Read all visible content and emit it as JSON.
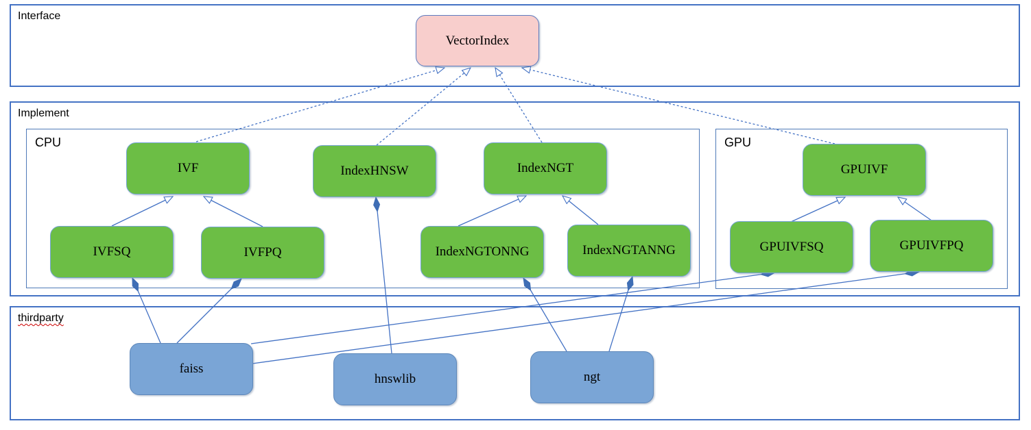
{
  "frames": {
    "interface": {
      "label": "Interface"
    },
    "implement": {
      "label": "Implement"
    },
    "cpu": {
      "label": "CPU"
    },
    "gpu": {
      "label": "GPU"
    },
    "thirdparty": {
      "label": "thirdparty"
    }
  },
  "nodes": {
    "vectorindex": {
      "label": "VectorIndex",
      "type": "interface"
    },
    "ivf": {
      "label": "IVF",
      "type": "cpu-implementation"
    },
    "indexhnsw": {
      "label": "IndexHNSW",
      "type": "cpu-implementation"
    },
    "indexngt": {
      "label": "IndexNGT",
      "type": "cpu-implementation"
    },
    "ivfsq": {
      "label": "IVFSQ",
      "type": "cpu-implementation"
    },
    "ivfpq": {
      "label": "IVFPQ",
      "type": "cpu-implementation"
    },
    "indexngtonng": {
      "label": "IndexNGTONNG",
      "type": "cpu-implementation"
    },
    "indexngtanng": {
      "label": "IndexNGTANNG",
      "type": "cpu-implementation"
    },
    "gpuivf": {
      "label": "GPUIVF",
      "type": "gpu-implementation"
    },
    "gpuivfsq": {
      "label": "GPUIVFSQ",
      "type": "gpu-implementation"
    },
    "gpuivfpq": {
      "label": "GPUIVFPQ",
      "type": "gpu-implementation"
    },
    "faiss": {
      "label": "faiss",
      "type": "thirdparty-library"
    },
    "hnswlib": {
      "label": "hnswlib",
      "type": "thirdparty-library"
    },
    "ngt": {
      "label": "ngt",
      "type": "thirdparty-library"
    }
  },
  "edges": [
    {
      "from": "ivf",
      "to": "vectorindex",
      "type": "realization"
    },
    {
      "from": "indexhnsw",
      "to": "vectorindex",
      "type": "realization"
    },
    {
      "from": "indexngt",
      "to": "vectorindex",
      "type": "realization"
    },
    {
      "from": "gpuivf",
      "to": "vectorindex",
      "type": "realization"
    },
    {
      "from": "ivfsq",
      "to": "ivf",
      "type": "generalization"
    },
    {
      "from": "ivfpq",
      "to": "ivf",
      "type": "generalization"
    },
    {
      "from": "indexngtonng",
      "to": "indexngt",
      "type": "generalization"
    },
    {
      "from": "indexngtanng",
      "to": "indexngt",
      "type": "generalization"
    },
    {
      "from": "gpuivfsq",
      "to": "gpuivf",
      "type": "generalization"
    },
    {
      "from": "gpuivfpq",
      "to": "gpuivf",
      "type": "generalization"
    },
    {
      "from": "ivfsq",
      "to": "faiss",
      "type": "composition"
    },
    {
      "from": "ivfpq",
      "to": "faiss",
      "type": "composition"
    },
    {
      "from": "indexhnsw",
      "to": "hnswlib",
      "type": "composition"
    },
    {
      "from": "indexngtonng",
      "to": "ngt",
      "type": "composition"
    },
    {
      "from": "indexngtanng",
      "to": "ngt",
      "type": "composition"
    },
    {
      "from": "gpuivfsq",
      "to": "faiss",
      "type": "composition"
    },
    {
      "from": "gpuivfpq",
      "to": "faiss",
      "type": "composition"
    }
  ],
  "colors": {
    "interface_fill": "#f8cecc",
    "implementation_fill": "#6cbe45",
    "thirdparty_fill": "#7aa5d6",
    "connector": "#4472c4",
    "frame_border": "#4472c4",
    "misspelling_underline": "#cc0000",
    "text": "#000000"
  }
}
